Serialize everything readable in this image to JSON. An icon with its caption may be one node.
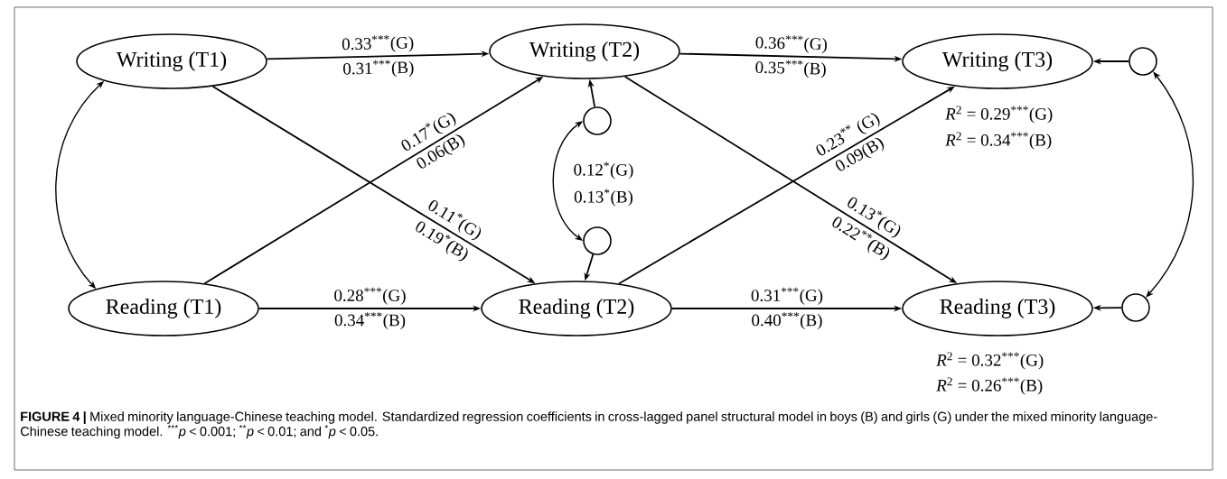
{
  "diagram": {
    "caption": "**FIGURE 4 |** Mixed minority language-Chinese teaching model. Standardized regression coefficients in cross-lagged panel structural model in boys (B) and girls (G) under the mixed minority language-Chinese teaching model. $^{***}$*p* < 0.001; $^{**}$*p* < 0.01; and $^{*}$*p* < 0.05.",
    "nodes": [
      {
        "text": [
          "Writing (T1)"
        ]
      },
      {
        "text": [
          "Reading (T1)"
        ]
      },
      {
        "text": [
          "Writing (T2)"
        ]
      },
      {
        "text": [
          "Reading (T2)"
        ]
      },
      {
        "text": [
          "Writing (T3)"
        ],
        "beside": [
          "*R*$^{2}$ = 0.29$^{***}$(G)",
          "*R*$^{2}$ = 0.34$^{***}$(B)"
        ]
      },
      {
        "text": [
          "Reading (T3)"
        ],
        "beside": [
          "*R*$^{2}$ = 0.32$^{***}$(G)",
          "*R*$^{2}$ = 0.26$^{***}$(B)"
        ]
      },
      {
        "text": [],
        "shape": "circle"
      },
      {
        "text": [],
        "shape": "circle"
      },
      {
        "text": [],
        "shape": "circle"
      },
      {
        "text": [],
        "shape": "circle"
      }
    ],
    "edges": [
      {
        "from": 0,
        "to": 2,
        "arrow": "to",
        "label": [
          "0.33$^{***}$(G)",
          "0.31$^{***}$(B)"
        ]
      },
      {
        "from": 0,
        "to": 3,
        "arrow": "to",
        "label": [
          "0.11$^{*}$(G)",
          "0.19$^{*}$(B)"
        ]
      },
      {
        "from": 1,
        "to": 2,
        "arrow": "to",
        "label": [
          "0.17$^{*}$(G)",
          "0.06(B)"
        ]
      },
      {
        "from": 1,
        "to": 3,
        "arrow": "to",
        "label": [
          "0.28$^{***}$(G)",
          "0.34$^{***}$(B)"
        ]
      },
      {
        "from": 2,
        "to": 4,
        "arrow": "to",
        "label": [
          "0.36$^{***}$(G)",
          "0.35$^{***}$(B)"
        ]
      },
      {
        "from": 2,
        "to": 5,
        "arrow": "to",
        "label": [
          "0.13$^{*}$(G)",
          "0.22$^{**}$(B)"
        ]
      },
      {
        "from": 3,
        "to": 4,
        "arrow": "to",
        "label": [
          "0.23$^{**}$ (G)",
          "0.09(B)"
        ]
      },
      {
        "from": 3,
        "to": 5,
        "arrow": "to",
        "label": [
          "0.31$^{***}$(G)",
          "0.40$^{***}$(B)"
        ]
      },
      {
        "from": 0,
        "to": 1,
        "arrow": "both"
      },
      {
        "from": 6,
        "to": 2,
        "arrow": "to"
      },
      {
        "from": 7,
        "to": 3,
        "arrow": "to"
      },
      {
        "from": 6,
        "to": 7,
        "arrow": "both",
        "label": [
          "0.12$^{*}$(G)",
          "0.13$^{*}$(B)"
        ]
      },
      {
        "from": 8,
        "to": 4,
        "arrow": "to"
      },
      {
        "from": 9,
        "to": 5,
        "arrow": "to"
      },
      {
        "from": 8,
        "to": 9,
        "arrow": "both"
      }
    ]
  }
}
